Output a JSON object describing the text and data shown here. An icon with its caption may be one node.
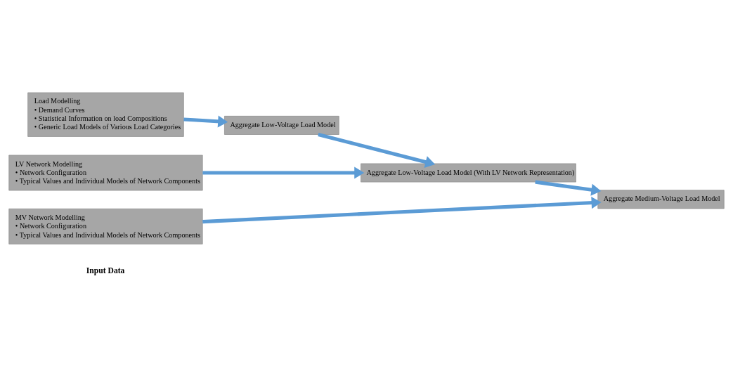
{
  "diagram": {
    "nodes": [
      {
        "text": [
          "Load Modelling",
          "• Demand Curves",
          "• Statistical Information on load Compositions",
          "• Generic Load Models of Various Load Categories"
        ]
      },
      {
        "text": [
          "LV Network Modelling",
          "• Network Configuration",
          "• Typical Values and Individual Models of Network Components"
        ]
      },
      {
        "text": [
          "MV Network Modelling",
          "• Network Configuration",
          "• Typical Values and Individual Models of Network Components"
        ]
      },
      {
        "text": [
          "Aggregate Low-Voltage Load Model"
        ]
      },
      {
        "text": [
          "Aggregate Low-Voltage Load Model (With LV Network Representation)"
        ]
      },
      {
        "text": [
          "Aggregate Medium-Voltage Load Model"
        ]
      }
    ],
    "edges": [
      {
        "from": 0,
        "to": 3,
        "arrow": "to"
      },
      {
        "from": 3,
        "to": 4,
        "arrow": "to"
      },
      {
        "from": 1,
        "to": 4,
        "arrow": "to"
      },
      {
        "from": 4,
        "to": 5,
        "arrow": "to"
      },
      {
        "from": 2,
        "to": 5,
        "arrow": "to"
      }
    ],
    "labels": [
      "Input Data"
    ]
  }
}
